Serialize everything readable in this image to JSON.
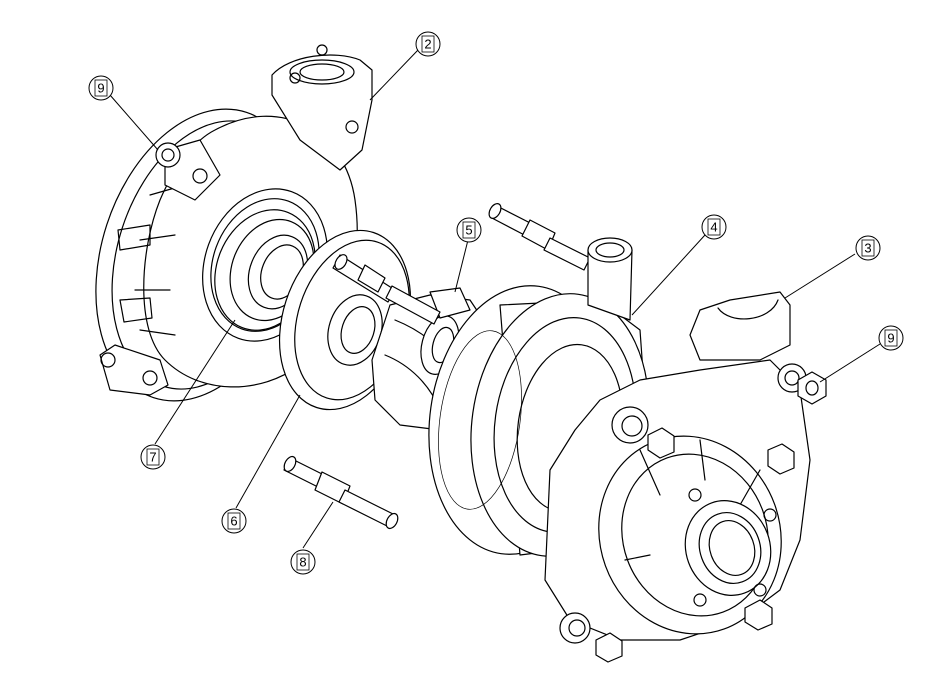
{
  "balloons": [
    {
      "label": "2"
    },
    {
      "label": "9"
    },
    {
      "label": "5"
    },
    {
      "label": "4"
    },
    {
      "label": "3"
    },
    {
      "label": "9"
    },
    {
      "label": "7"
    },
    {
      "label": "6"
    },
    {
      "label": "8"
    }
  ]
}
